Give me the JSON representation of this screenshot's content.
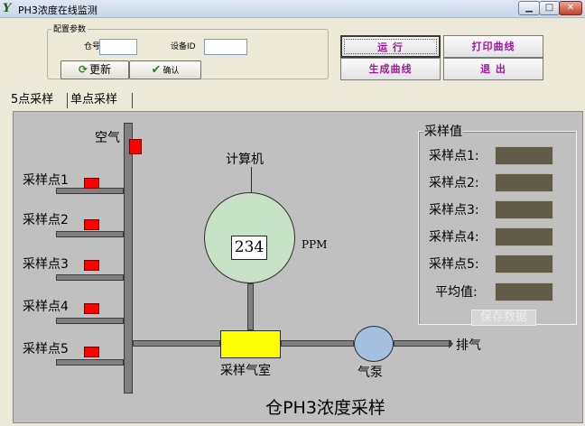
{
  "window": {
    "title": "PH3浓度在线监测",
    "app_icon": "Y",
    "minimize_icon": "minimize-icon",
    "maximize_icon": "maximize-icon",
    "close_icon": "close-icon"
  },
  "config": {
    "legend": "配置参数",
    "warehouse_label": "仓号",
    "warehouse_value": "",
    "device_label": "设备ID",
    "device_value": "",
    "update_label": "更新",
    "confirm_label": "确认"
  },
  "actions": {
    "run": "运  行",
    "print": "打印曲线",
    "generate": "生成曲线",
    "exit": "退  出"
  },
  "tabs": [
    {
      "label": "5点采样",
      "active": true
    },
    {
      "label": "单点采样",
      "active": false
    }
  ],
  "diagram": {
    "air_label": "空气",
    "computer_label": "计算机",
    "ppm_unit": "PPM",
    "ppm_value": "234",
    "points": [
      "采样点1",
      "采样点2",
      "采样点3",
      "采样点4",
      "采样点5"
    ],
    "chamber_label": "采样气室",
    "pump_label": "气泵",
    "exhaust_label": "排气",
    "valve_color": "#ff0000",
    "chamber_color": "#ffff00",
    "pump_color": "#a4c0e0",
    "ppm_color": "#c7e2c7"
  },
  "samples": {
    "legend": "采样值",
    "rows": [
      {
        "label": "采样点1:",
        "value": ""
      },
      {
        "label": "采样点2:",
        "value": ""
      },
      {
        "label": "采样点3:",
        "value": ""
      },
      {
        "label": "采样点4:",
        "value": ""
      },
      {
        "label": "采样点5:",
        "value": ""
      },
      {
        "label": "平均值:",
        "value": ""
      }
    ],
    "save_label": "保存数据"
  },
  "footer_title": "仓PH3浓度采样"
}
